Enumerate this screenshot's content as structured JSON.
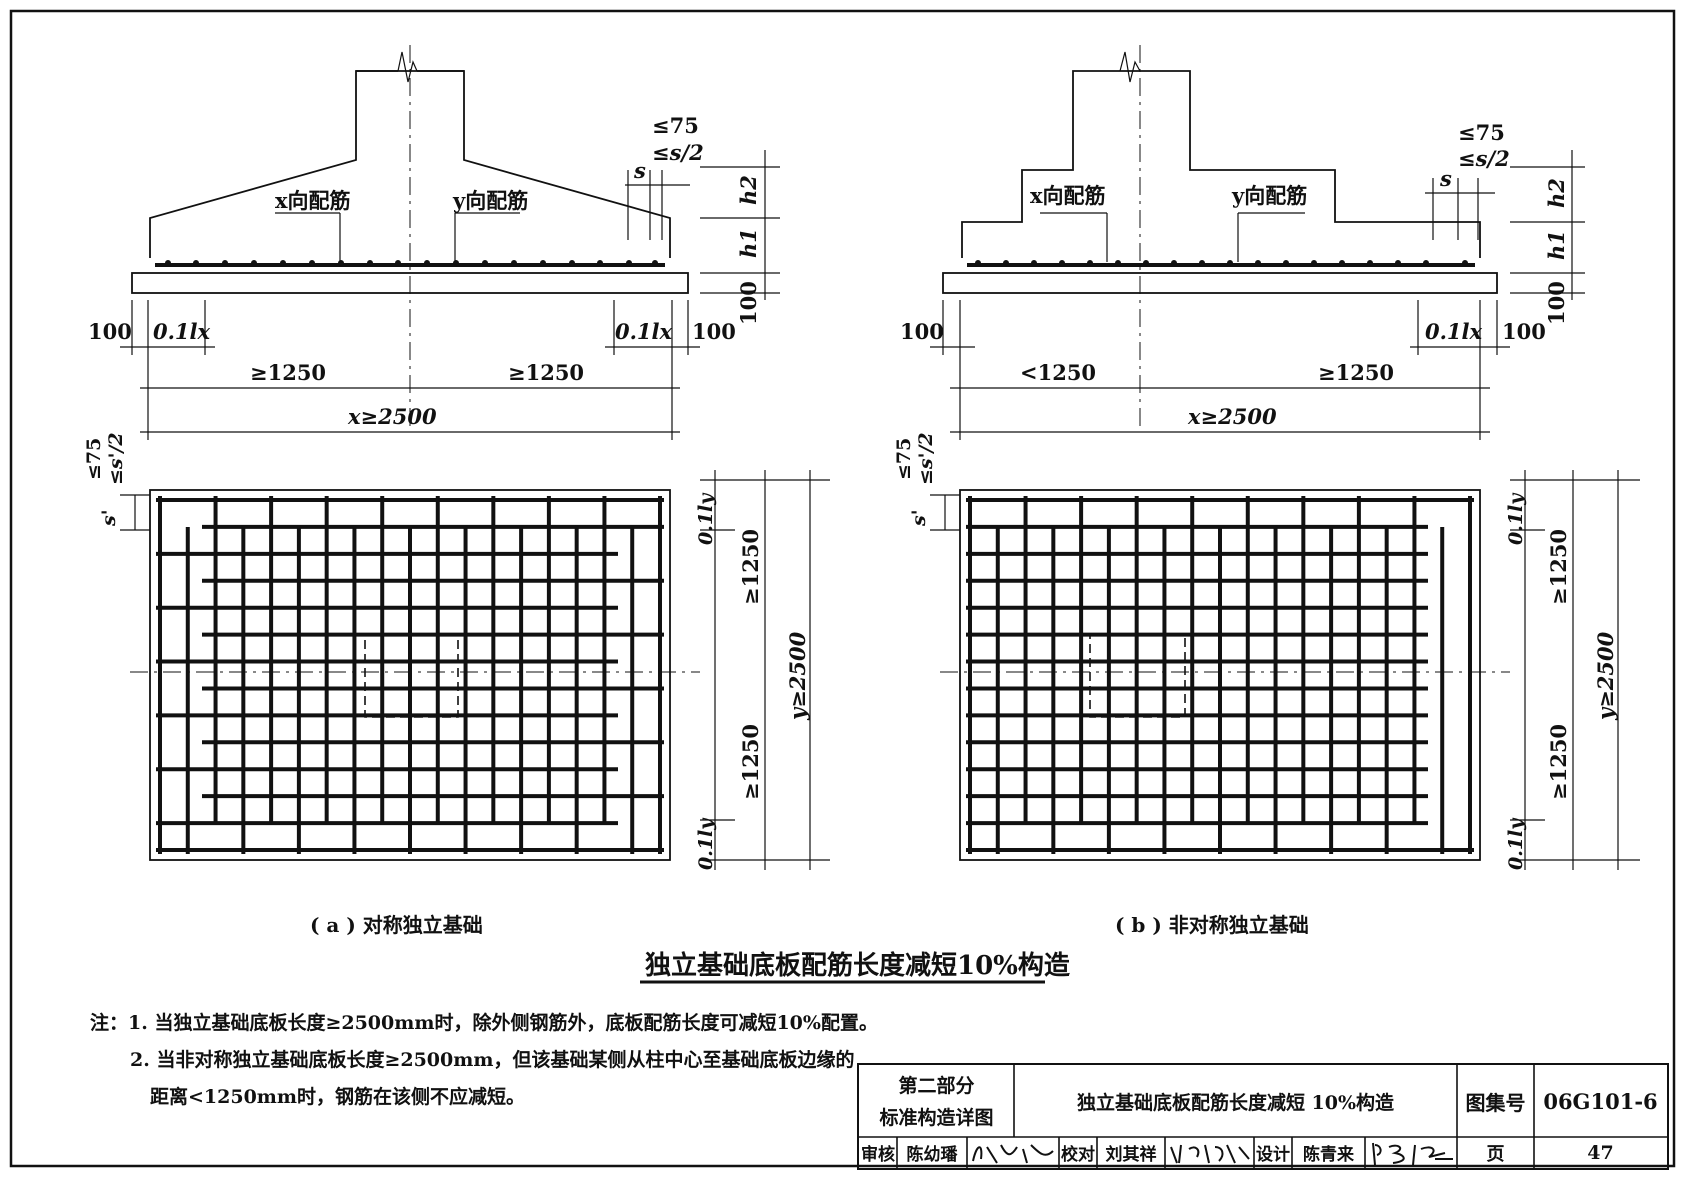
{
  "figures": {
    "a": {
      "caption": "( a ) 对称独立基础",
      "label_x_rebar": "x向配筋",
      "label_y_rebar": "y向配筋",
      "dim_cover_left": "100",
      "dim_cover_right": "100",
      "dim_01lx": "0.1lx",
      "dim_half_left": "≥1250",
      "dim_half_right": "≥1250",
      "dim_total_x": "x≥2500",
      "dim_h2": "h2",
      "dim_h1": "h1",
      "dim_pad": "100",
      "dim_le75": "≤75",
      "dim_les2": "≤s/2",
      "dim_s": "s",
      "dim_plan_le75": "≤75",
      "dim_plan_les2": "≤s'/2",
      "dim_plan_s": "s'",
      "dim_01ly": "0.1ly",
      "dim_half_top": "≥1250",
      "dim_half_bottom": "≥1250",
      "dim_total_y": "y≥2500"
    },
    "b": {
      "caption": "( b ) 非对称独立基础",
      "label_x_rebar": "x向配筋",
      "label_y_rebar": "y向配筋",
      "dim_cover_left": "100",
      "dim_cover_right": "100",
      "dim_01lx": "0.1lx",
      "dim_half_left": "<1250",
      "dim_half_right": "≥1250",
      "dim_total_x": "x≥2500",
      "dim_h2": "h2",
      "dim_h1": "h1",
      "dim_pad": "100",
      "dim_le75": "≤75",
      "dim_les2": "≤s/2",
      "dim_s": "s",
      "dim_plan_le75": "≤75",
      "dim_plan_les2": "≤s'/2",
      "dim_plan_s": "s'",
      "dim_01ly": "0.1ly",
      "dim_half_top": "≥1250",
      "dim_half_bottom": "≥1250",
      "dim_total_y": "y≥2500"
    }
  },
  "main_title": "独立基础底板配筋长度减短10%构造",
  "notes": {
    "line1": "注：1. 当独立基础底板长度≥2500mm时，除外侧钢筋外，底板配筋长度可减短10%配置。",
    "line2": "2. 当非对称独立基础底板长度≥2500mm，但该基础某侧从柱中心至基础底板边缘的",
    "line3": "距离<1250mm时，钢筋在该侧不应减短。"
  },
  "title_block": {
    "part": "第二部分",
    "part_sub": "标准构造详图",
    "title": "独立基础底板配筋长度减短 10%构造",
    "atlas_label": "图集号",
    "atlas_no": "06G101-6",
    "review_label": "审核",
    "reviewer": "陈幼璠",
    "check_label": "校对",
    "checker": "刘其祥",
    "design_label": "设计",
    "designer": "陈青来",
    "page_label": "页",
    "page_no": "47"
  }
}
